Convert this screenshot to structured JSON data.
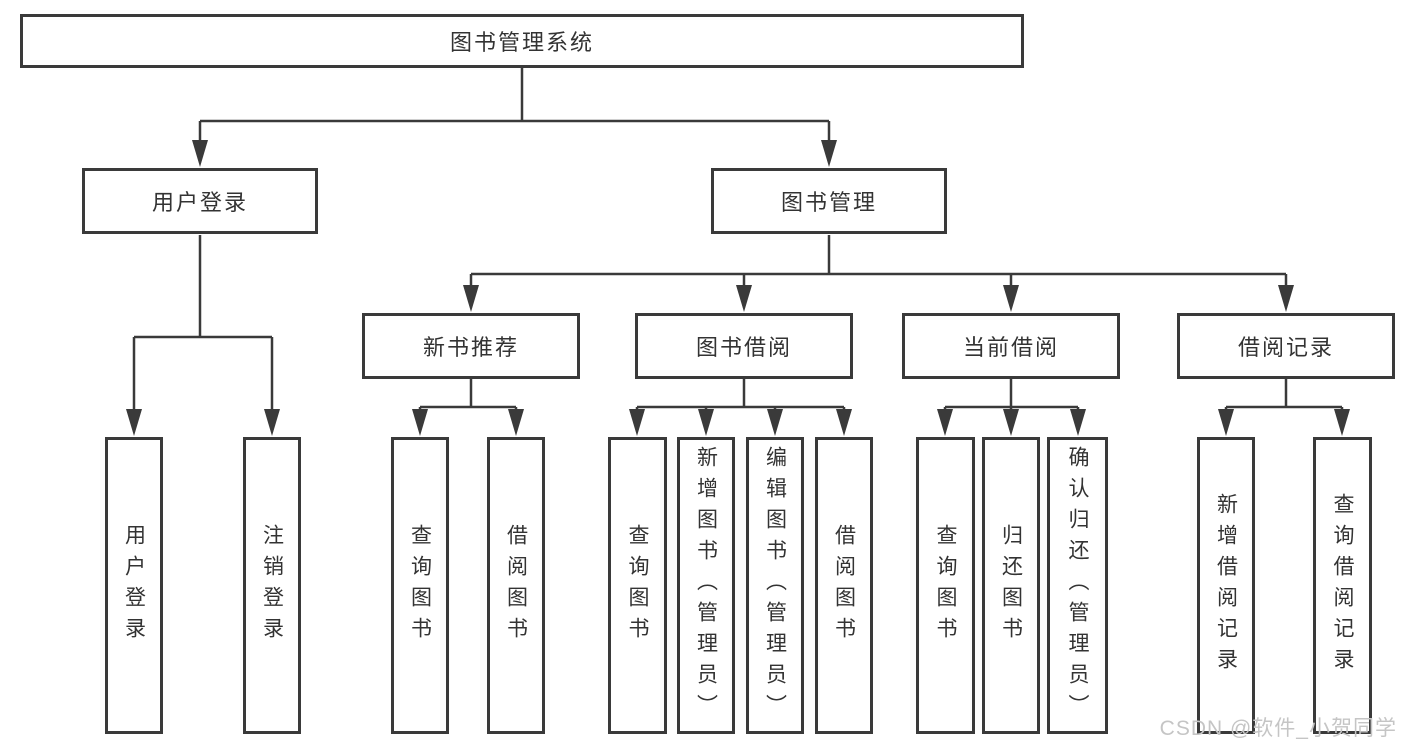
{
  "diagram": {
    "root": {
      "label": "图书管理系统"
    },
    "user_login": {
      "label": "用户登录",
      "children": {
        "login": "用户登录",
        "logout": "注销登录"
      }
    },
    "book_mgmt": {
      "label": "图书管理",
      "sections": {
        "new_book": {
          "label": "新书推荐",
          "children": {
            "query": "查询图书",
            "borrow": "借阅图书"
          }
        },
        "book_borrow": {
          "label": "图书借阅",
          "children": {
            "query": "查询图书",
            "add": "新增图书（管理员）",
            "edit": "编辑图书（管理员）",
            "borrow": "借阅图书"
          }
        },
        "current_borrow": {
          "label": "当前借阅",
          "children": {
            "query": "查询图书",
            "return": "归还图书",
            "confirm": "确认归还（管理员）"
          }
        },
        "borrow_record": {
          "label": "借阅记录",
          "children": {
            "add": "新增借阅记录",
            "query": "查询借阅记录"
          }
        }
      }
    }
  },
  "watermark": {
    "text": "CSDN @软件_小贺同学"
  },
  "colors": {
    "line": "#3a3a3a",
    "text": "#333333",
    "background": "#ffffff"
  }
}
